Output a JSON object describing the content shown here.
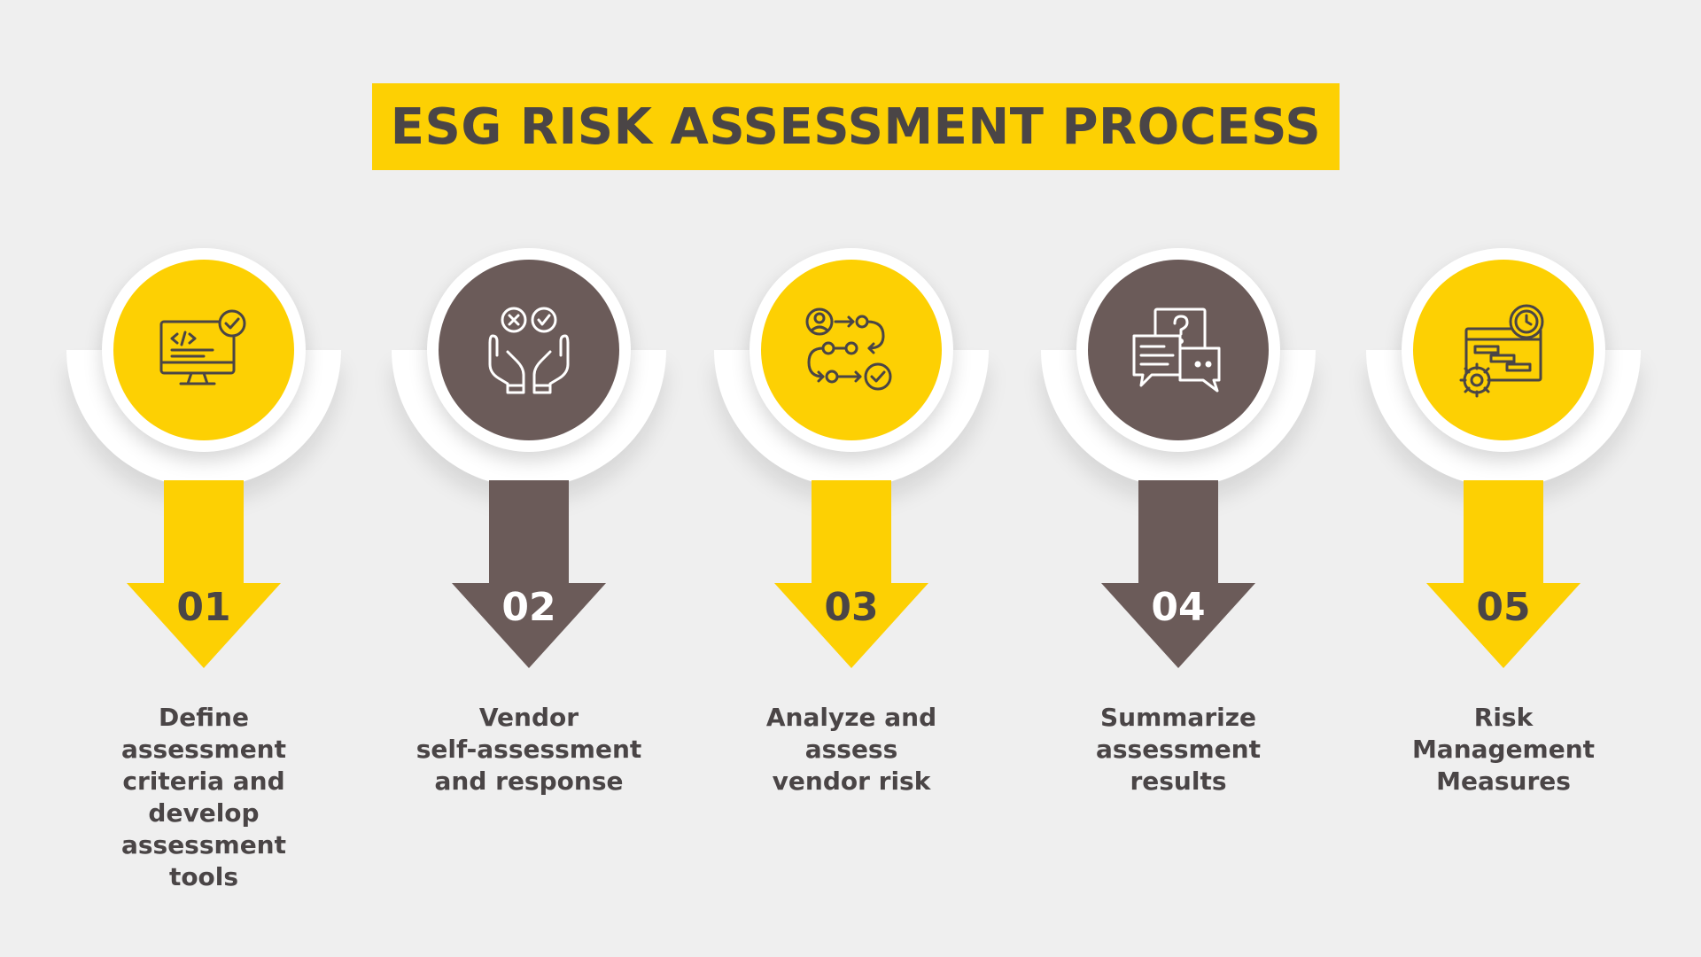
{
  "title": "ESG RISK ASSESSMENT PROCESS",
  "colors": {
    "accent_yellow": "#fdd003",
    "accent_brown": "#6b5b59",
    "text_dark": "#4a4546",
    "background": "#efefef"
  },
  "steps": [
    {
      "number": "01",
      "label": "Define\nassessment\ncriteria and\ndevelop\nassessment\ntools",
      "icon": "monitor-code-check-icon",
      "theme": "yellow"
    },
    {
      "number": "02",
      "label": "Vendor\nself-assessment\nand response",
      "icon": "hands-approve-reject-icon",
      "theme": "brown"
    },
    {
      "number": "03",
      "label": "Analyze and\nassess\nvendor risk",
      "icon": "workflow-process-icon",
      "theme": "yellow"
    },
    {
      "number": "04",
      "label": "Summarize\nassessment\nresults",
      "icon": "chat-question-icon",
      "theme": "brown"
    },
    {
      "number": "05",
      "label": "Risk\nManagement\nMeasures",
      "icon": "gantt-gear-clock-icon",
      "theme": "yellow"
    }
  ]
}
